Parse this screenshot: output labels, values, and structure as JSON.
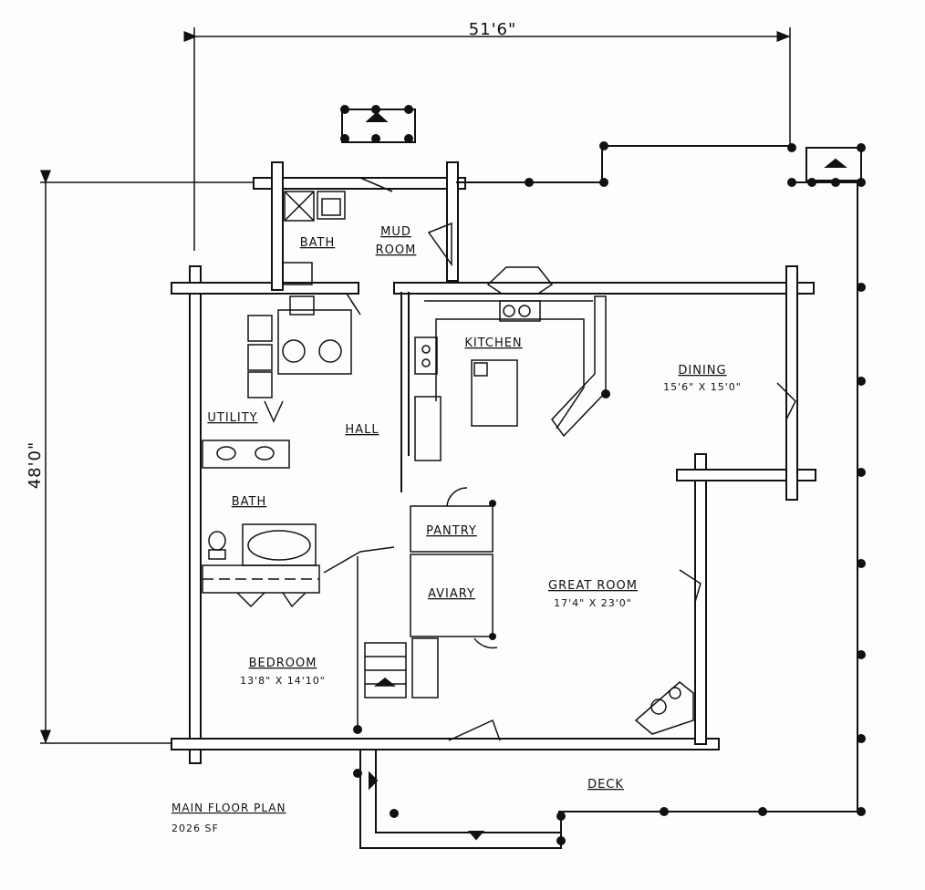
{
  "dimensions": {
    "width_label": "51'6\"",
    "depth_label": "48'0\""
  },
  "rooms": {
    "bath_upper": "BATH",
    "mud_line1": "MUD",
    "mud_line2": "ROOM",
    "kitchen": "KITCHEN",
    "dining": "DINING",
    "dining_size": "15'6\" X 15'0\"",
    "utility": "UTILITY",
    "hall": "HALL",
    "bath_lower": "BATH",
    "pantry": "PANTRY",
    "aviary": "AVIARY",
    "great_room": "GREAT ROOM",
    "great_room_size": "17'4\" X 23'0\"",
    "bedroom": "BEDROOM",
    "bedroom_size": "13'8\" X 14'10\"",
    "deck": "DECK"
  },
  "caption": {
    "title": "MAIN FLOOR PLAN",
    "area": "2026 SF"
  }
}
